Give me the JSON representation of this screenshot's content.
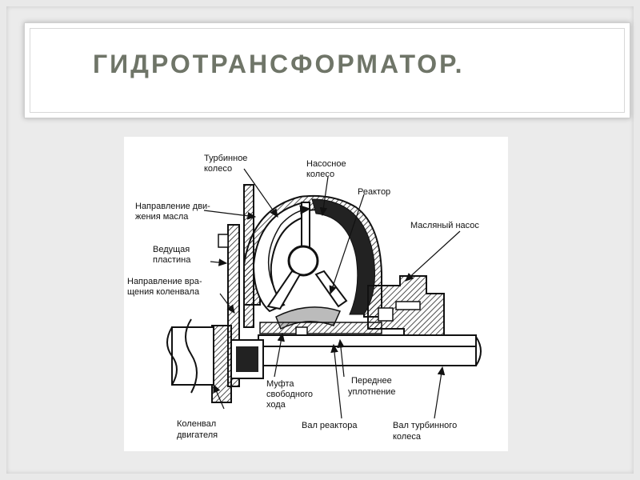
{
  "slide": {
    "title": "ГИДРОТРАНСФОРМАТОР."
  },
  "diagram": {
    "labels": {
      "turbine_1": "Турбинное",
      "turbine_2": "колесо",
      "pump_1": "Насосное",
      "pump_2": "колесо",
      "reactor": "Реактор",
      "oil_dir_1": "Направление дви-",
      "oil_dir_2": "жения масла",
      "oil_pump": "Масляный насос",
      "plate_1": "Ведущая",
      "plate_2": "пластина",
      "crank_dir_1": "Направление вра-",
      "crank_dir_2": "щения коленвала",
      "clutch_1": "Муфта",
      "clutch_2": "свободного",
      "clutch_3": "хода",
      "seal_1": "Переднее",
      "seal_2": "уплотнение",
      "crankshaft_1": "Коленвал",
      "crankshaft_2": "двигателя",
      "reactor_shaft": "Вал реактора",
      "turbine_shaft_1": "Вал турбинного",
      "turbine_shaft_2": "колеса"
    }
  }
}
